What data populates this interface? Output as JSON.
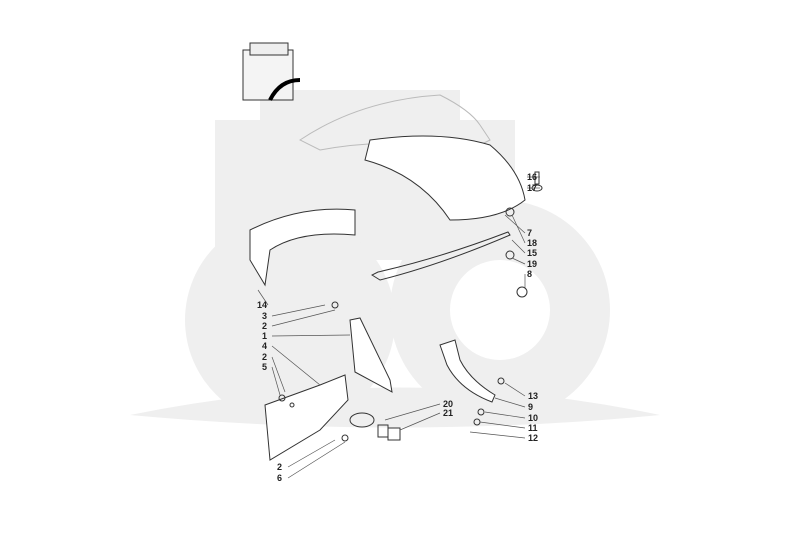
{
  "diagram": {
    "colors": {
      "watermark": "#efefef",
      "line": "#333333",
      "leader": "#555555"
    },
    "callouts": [
      {
        "id": "c16",
        "text": "16"
      },
      {
        "id": "c17",
        "text": "17"
      },
      {
        "id": "c7",
        "text": "7"
      },
      {
        "id": "c18",
        "text": "18"
      },
      {
        "id": "c15",
        "text": "15"
      },
      {
        "id": "c19",
        "text": "19"
      },
      {
        "id": "c8",
        "text": "8"
      },
      {
        "id": "c14",
        "text": "14"
      },
      {
        "id": "c3",
        "text": "3"
      },
      {
        "id": "c2a",
        "text": "2"
      },
      {
        "id": "c1",
        "text": "1"
      },
      {
        "id": "c4",
        "text": "4"
      },
      {
        "id": "c2b",
        "text": "2"
      },
      {
        "id": "c5",
        "text": "5"
      },
      {
        "id": "c20",
        "text": "20"
      },
      {
        "id": "c21",
        "text": "21"
      },
      {
        "id": "c13",
        "text": "13"
      },
      {
        "id": "c9",
        "text": "9"
      },
      {
        "id": "c10",
        "text": "10"
      },
      {
        "id": "c11",
        "text": "11"
      },
      {
        "id": "c12",
        "text": "12"
      },
      {
        "id": "c2c",
        "text": "2"
      },
      {
        "id": "c6",
        "text": "6"
      }
    ]
  }
}
